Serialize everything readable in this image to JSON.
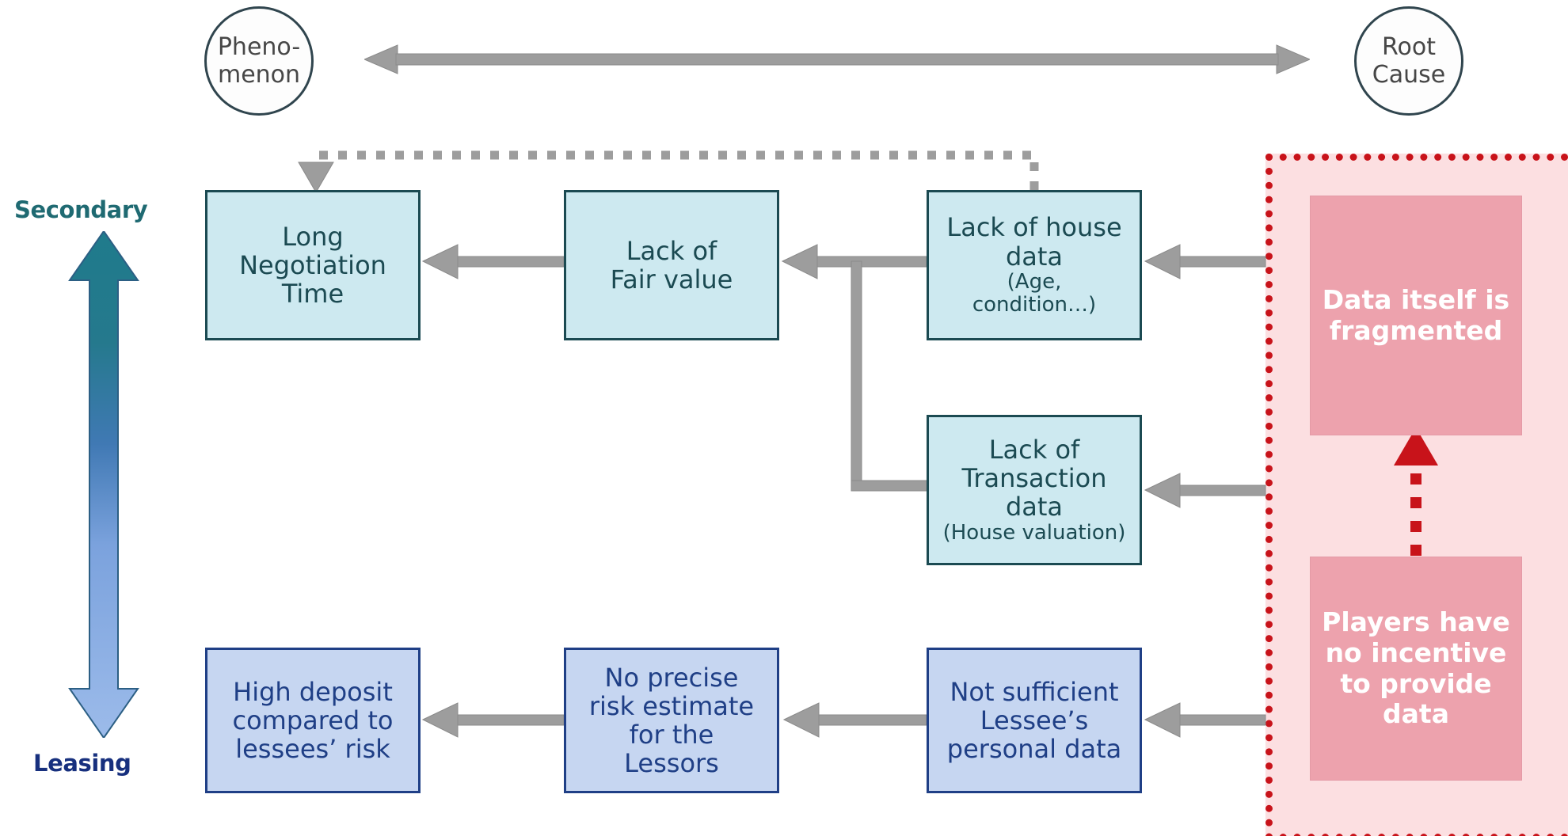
{
  "legend": {
    "phenomenon": "Pheno-\nmenon",
    "phenomenon_line1": "Pheno-",
    "phenomenon_line2": "menon",
    "root_cause_line1": "Root",
    "root_cause_line2": "Cause"
  },
  "axis": {
    "vertical_top_label": "Secondary",
    "vertical_bottom_label": "Leasing",
    "top_arrow_name": "phenomenon-to-root-cause-axis"
  },
  "nodes": {
    "long_negotiation": {
      "line1": "Long",
      "line2": "Negotiation",
      "line3": "Time"
    },
    "lack_fair_value": {
      "line1": "Lack of",
      "line2": "Fair value"
    },
    "lack_house_data": {
      "line1": "Lack of house",
      "line2": "data",
      "sub1": "(Age,",
      "sub2": "condition…)"
    },
    "lack_transaction_data": {
      "line1": "Lack of",
      "line2": "Transaction",
      "line3": "data",
      "sub1": "(House valuation)"
    },
    "high_deposit": {
      "line1": "High deposit",
      "line2": "compared to",
      "line3": "lessees’ risk"
    },
    "no_precise_risk": {
      "line1": "No precise",
      "line2": "risk estimate",
      "line3": "for the",
      "line4": "Lessors"
    },
    "not_sufficient_lessee": {
      "line1": "Not sufficient",
      "line2": "Lessee’s",
      "line3": "personal data"
    },
    "data_fragmented": {
      "line1": "Data itself is",
      "line2": "fragmented"
    },
    "no_incentive": {
      "line1": "Players have",
      "line2": "no incentive",
      "line3": "to provide",
      "line4": "data"
    }
  },
  "colors": {
    "cyan_fill": "#cde9f0",
    "cyan_stroke": "#1b4a52",
    "blue_fill": "#c6d6f1",
    "blue_stroke": "#1f3f86",
    "pink_fill": "#eda2ad",
    "pink_container_fill": "#fcdfe1",
    "red_dotted": "#c8131a",
    "arrow_gray": "#9d9d9d",
    "teal_label": "#1f6a72",
    "navy_label": "#17307e"
  }
}
